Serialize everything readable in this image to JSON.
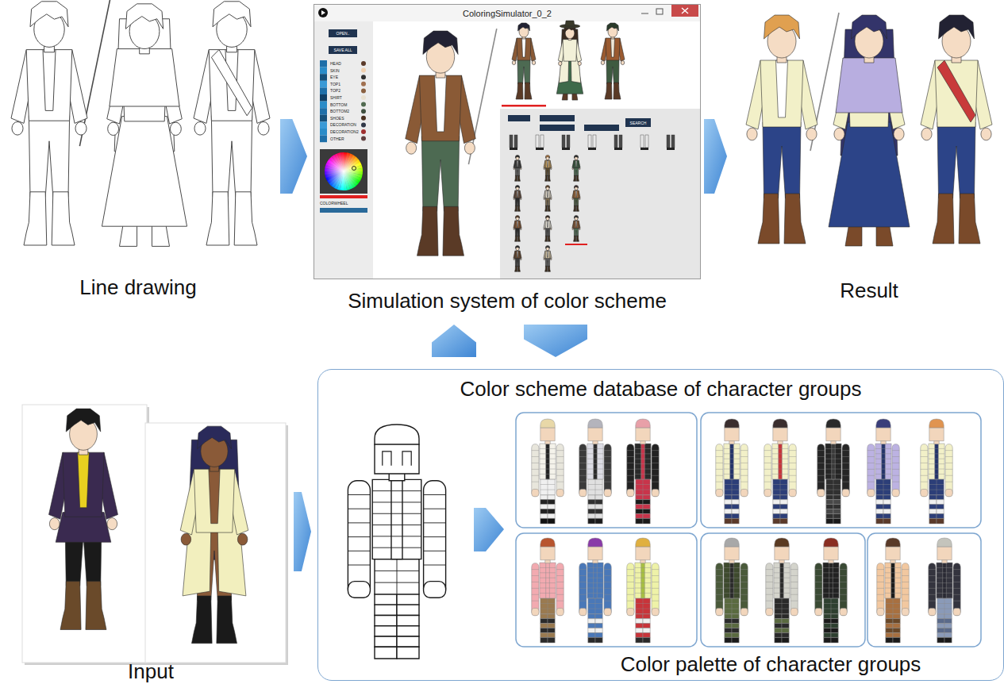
{
  "diagram": {
    "nodes": [
      {
        "text": [
          "Line drawing"
        ]
      },
      {
        "text": [
          "ColoringSimulator_0_2",
          "Simulation system of color scheme"
        ]
      },
      {
        "text": [
          "Result"
        ]
      },
      {
        "text": [
          "Input"
        ]
      },
      {
        "text": [
          "Color scheme database of character groups",
          "Color palette of character groups"
        ]
      }
    ],
    "edges": [
      {
        "from": 0,
        "to": 1,
        "arrow": "to"
      },
      {
        "from": 1,
        "to": 2,
        "arrow": "to"
      },
      {
        "from": 4,
        "to": 1,
        "arrow": "to"
      },
      {
        "from": 1,
        "to": 4,
        "arrow": "to"
      },
      {
        "from": 3,
        "to": 4,
        "arrow": "to"
      }
    ],
    "labels": [
      "OPEN..",
      "SAVE ALL",
      "HEAD",
      "SKIN",
      "EYE",
      "TOP1",
      "TOP2",
      "SHIRT",
      "BOTTOM",
      "BOTTOM2",
      "SHOES",
      "DECORATION",
      "DECORATION2",
      "OTHER",
      "COLORWHEEL",
      "SEARCH"
    ]
  }
}
